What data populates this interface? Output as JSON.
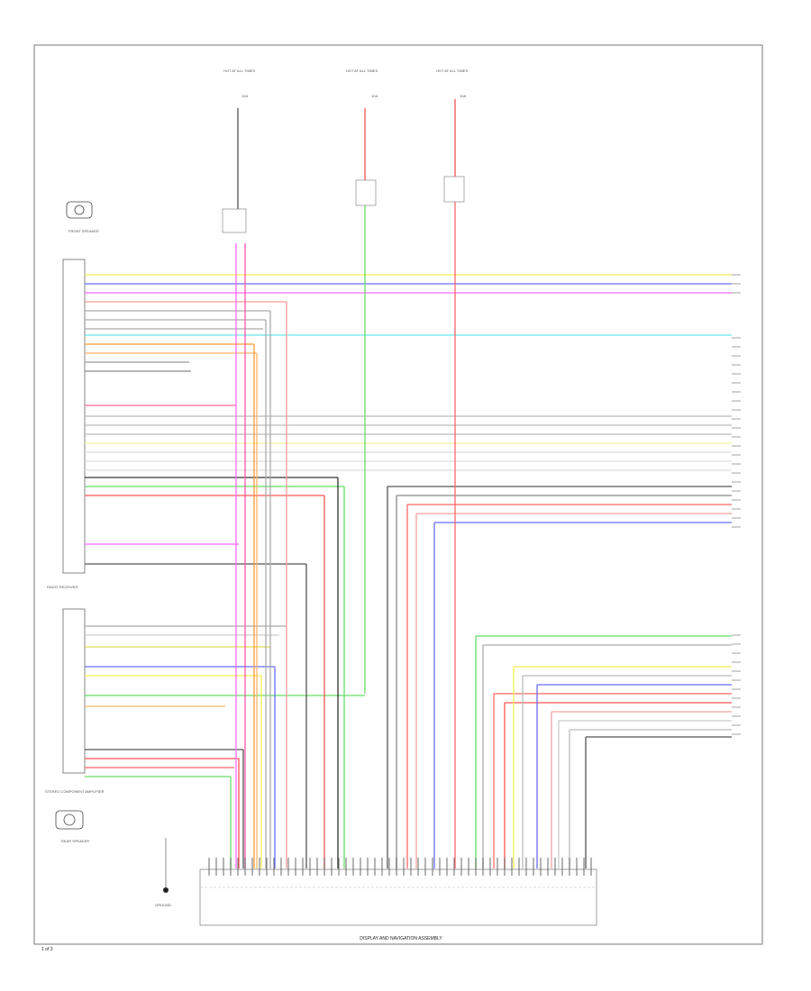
{
  "diagram": {
    "page_label": "1 of 3",
    "bottom_caption": "DISPLAY AND NAVIGATION ASSEMBLY",
    "blocks": {
      "top_fuse_1": "HOT AT ALL TIMES",
      "top_fuse_2": "HOT AT ALL TIMES",
      "top_fuse_3": "HOT AT ALL TIMES",
      "fuse_1": "10A",
      "fuse_2": "10A",
      "fuse_3": "10A",
      "left_block": "RADIO RECEIVER",
      "left_block_2": "STEREO COMPONENT AMPLIFIER",
      "left_speaker_top": "FRONT SPEAKER",
      "left_speaker_bottom": "REAR SPEAKER",
      "ground_label": "GROUND"
    }
  }
}
